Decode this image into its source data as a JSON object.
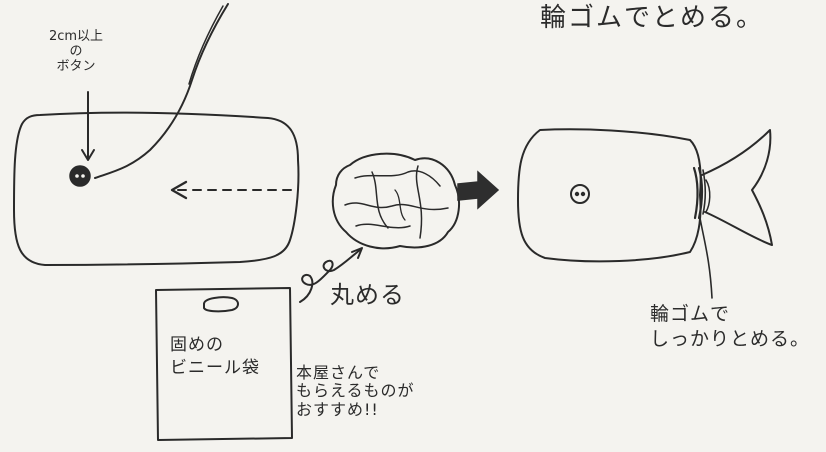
{
  "labels": {
    "button_note": "2cm以上\nの\nボタン",
    "rubber_band_top": "輪ゴムでとめる。",
    "roll_up": "丸める",
    "bag": "固めの\nビニール袋",
    "bookstore_note": "本屋さんで\nもらえるものが\nおすすめ!!",
    "rubber_band_bottom": "輪ゴムで\nしっかりとめる。"
  },
  "colors": {
    "ink": "#2a2a2a",
    "paper": "#f4f3ef"
  }
}
